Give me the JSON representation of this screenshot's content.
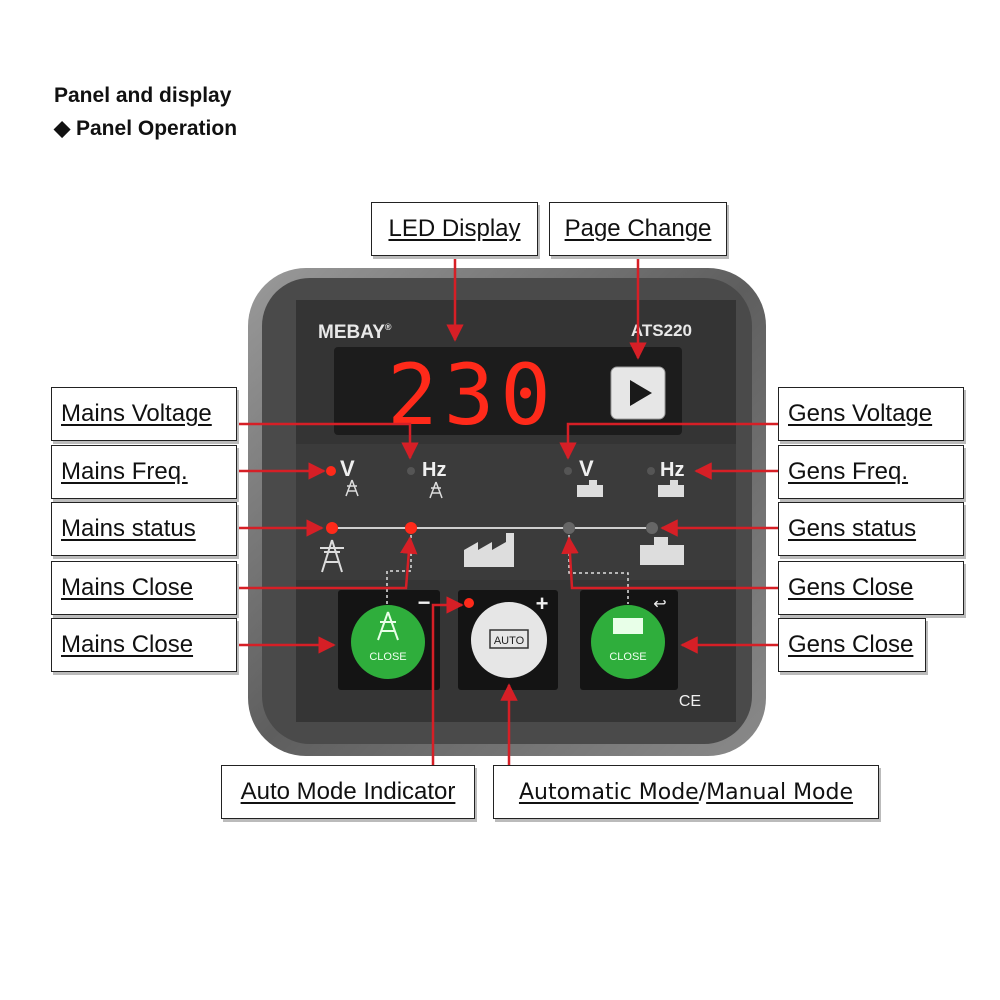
{
  "page": {
    "title": "Panel and display",
    "subtitle": "Panel Operation",
    "bullet": "◆"
  },
  "device": {
    "brand": "MEBAY",
    "brand_mark": "®",
    "model": "ATS220",
    "display_value": "230",
    "ce_mark": "CE",
    "units": {
      "mains_v": "V",
      "mains_hz": "Hz",
      "gens_v": "V",
      "gens_hz": "Hz"
    },
    "buttons": {
      "mains_close": "CLOSE",
      "auto": "AUTO",
      "gens_close": "CLOSE",
      "minus": "−",
      "plus": "+",
      "back": "↩"
    }
  },
  "labels": {
    "led_display": "LED Display",
    "page_change": "Page Change",
    "mains_voltage": "Mains Voltage",
    "mains_freq": "Mains Freq.",
    "mains_status": "Mains status",
    "mains_close_1": "Mains Close",
    "mains_close_2": "Mains Close",
    "gens_voltage": "Gens Voltage",
    "gens_freq": "Gens Freq.",
    "gens_status": "Gens status",
    "gens_close_1": "Gens Close",
    "gens_close_2": "Gens Close",
    "auto_mode_indicator": "Auto Mode Indicator",
    "auto_manual_mode": {
      "part1": "Automatic Mode",
      "sep": "/",
      "part2": "Manual Mode"
    }
  },
  "colors": {
    "arrow": "#d61f26",
    "led_red": "#ff2a1a",
    "button_green": "#2fae3c",
    "panel_dark": "#3a3a3a"
  }
}
